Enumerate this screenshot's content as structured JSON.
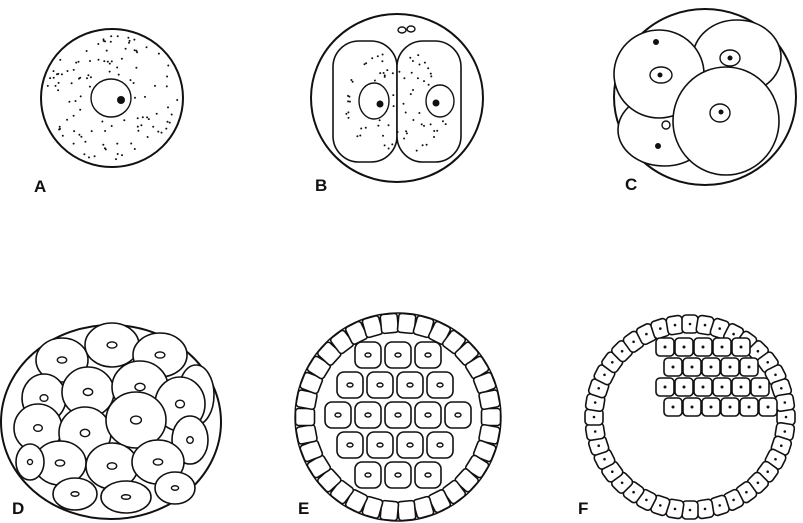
{
  "panels": [
    {
      "label": "A",
      "stage": "one-cell"
    },
    {
      "label": "B",
      "stage": "two-cell"
    },
    {
      "label": "C",
      "stage": "four-cell"
    },
    {
      "label": "D",
      "stage": "multi-cell"
    },
    {
      "label": "E",
      "stage": "morula"
    },
    {
      "label": "F",
      "stage": "blastula"
    }
  ],
  "colors": {
    "ink": "#111111",
    "paper": "#ffffff"
  }
}
